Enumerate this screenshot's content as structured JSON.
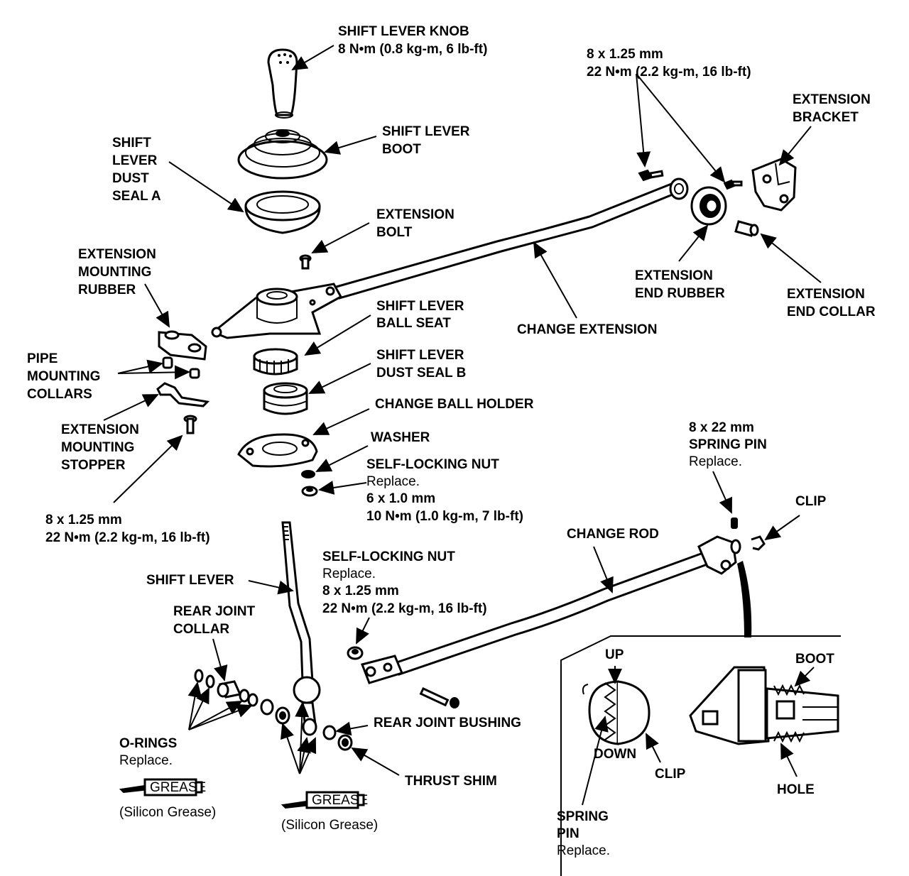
{
  "labels": {
    "shift_lever_knob": [
      "SHIFT LEVER KNOB",
      "8 N•m (0.8 kg-m, 6 lb-ft)"
    ],
    "bolt_top_right": [
      "8 x 1.25 mm",
      "22 N•m (2.2 kg-m, 16 lb-ft)"
    ],
    "extension_bracket": [
      "EXTENSION",
      "BRACKET"
    ],
    "shift_lever_boot": [
      "SHIFT LEVER",
      "BOOT"
    ],
    "shift_lever_dust_seal_a": [
      "SHIFT",
      "LEVER",
      "DUST",
      "SEAL A"
    ],
    "extension_bolt": [
      "EXTENSION",
      "BOLT"
    ],
    "extension_end_rubber": [
      "EXTENSION",
      "END RUBBER"
    ],
    "extension_end_collar": [
      "EXTENSION",
      "END COLLAR"
    ],
    "extension_mounting_rubber": [
      "EXTENSION",
      "MOUNTING",
      "RUBBER"
    ],
    "shift_lever_ball_seat": [
      "SHIFT LEVER",
      "BALL SEAT"
    ],
    "change_extension": [
      "CHANGE EXTENSION"
    ],
    "pipe_mounting_collars": [
      "PIPE",
      "MOUNTING",
      "COLLARS"
    ],
    "shift_lever_dust_seal_b": [
      "SHIFT LEVER",
      "DUST SEAL B"
    ],
    "change_ball_holder": [
      "CHANGE BALL HOLDER"
    ],
    "extension_mounting_stopper": [
      "EXTENSION",
      "MOUNTING",
      "STOPPER"
    ],
    "washer": [
      "WASHER"
    ],
    "spring_pin_top": [
      "8 x 22 mm",
      "SPRING PIN",
      "Replace."
    ],
    "self_locking_nut_1": [
      "SELF-LOCKING NUT",
      "Replace.",
      "6 x 1.0 mm",
      "10 N•m (1.0 kg-m, 7 lb-ft)"
    ],
    "clip_top": [
      "CLIP"
    ],
    "bolt_left": [
      "8 x 1.25 mm",
      "22 N•m (2.2 kg-m, 16 lb-ft)"
    ],
    "change_rod": [
      "CHANGE ROD"
    ],
    "self_locking_nut_2": [
      "SELF-LOCKING NUT",
      "Replace.",
      "8 x 1.25 mm",
      "22 N•m (2.2 kg-m, 16 lb-ft)"
    ],
    "shift_lever": [
      "SHIFT LEVER"
    ],
    "rear_joint_collar": [
      "REAR JOINT",
      "COLLAR"
    ],
    "up": [
      "UP"
    ],
    "boot": [
      "BOOT"
    ],
    "rear_joint_bushing": [
      "REAR JOINT BUSHING"
    ],
    "o_rings": [
      "O-RINGS",
      "Replace."
    ],
    "down": [
      "DOWN"
    ],
    "clip_detail": [
      "CLIP"
    ],
    "hole": [
      "HOLE"
    ],
    "thrust_shim": [
      "THRUST SHIM"
    ],
    "silicon_grease_1": [
      "(Silicon Grease)"
    ],
    "silicon_grease_2": [
      "(Silicon Grease)"
    ],
    "spring_pin_detail": [
      "SPRING",
      "PIN",
      "Replace."
    ],
    "grease_tube_1": [
      "GREASE"
    ],
    "grease_tube_2": [
      "GREASE"
    ]
  }
}
